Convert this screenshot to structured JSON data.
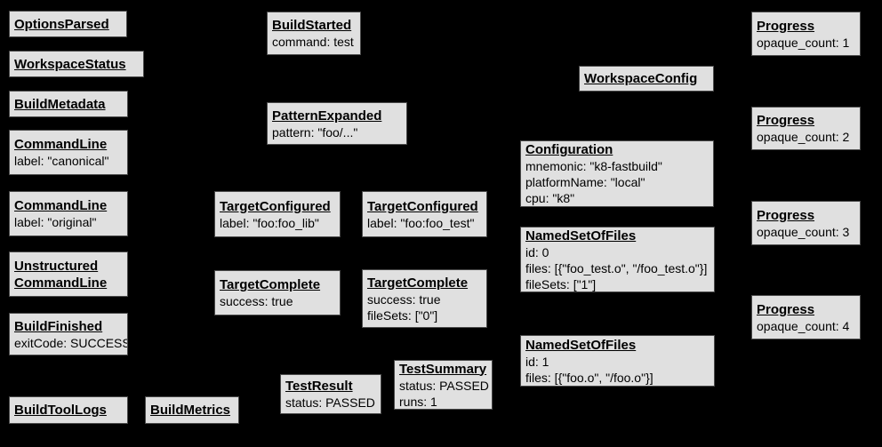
{
  "diagram": {
    "colors": {
      "background": "#000000",
      "node_fill": "#e0e0e0",
      "node_border": "#4a4a4a",
      "text": "#000000"
    },
    "nodes": [
      {
        "title": "OptionsParsed",
        "lines": []
      },
      {
        "title": "WorkspaceStatus",
        "lines": []
      },
      {
        "title": "BuildMetadata",
        "lines": []
      },
      {
        "title": "CommandLine",
        "lines": [
          "label: \"canonical\""
        ]
      },
      {
        "title": "CommandLine",
        "lines": [
          "label: \"original\""
        ]
      },
      {
        "title": "Unstructured\nCommandLine",
        "lines": []
      },
      {
        "title": "BuildFinished",
        "lines": [
          "exitCode: SUCCESS"
        ]
      },
      {
        "title": "BuildToolLogs",
        "lines": []
      },
      {
        "title": "BuildMetrics",
        "lines": []
      },
      {
        "title": "BuildStarted",
        "lines": [
          "command: test"
        ]
      },
      {
        "title": "PatternExpanded",
        "lines": [
          "pattern: \"foo/...\""
        ]
      },
      {
        "title": "TargetConfigured",
        "lines": [
          "label: \"foo:foo_lib\""
        ]
      },
      {
        "title": "TargetConfigured",
        "lines": [
          "label: \"foo:foo_test\""
        ]
      },
      {
        "title": "TargetComplete",
        "lines": [
          "success: true"
        ]
      },
      {
        "title": "TargetComplete",
        "lines": [
          "success: true",
          "fileSets: [\"0\"]"
        ]
      },
      {
        "title": "TestResult",
        "lines": [
          "status: PASSED"
        ]
      },
      {
        "title": "TestSummary",
        "lines": [
          "status: PASSED",
          "runs: 1"
        ]
      },
      {
        "title": "WorkspaceConfig",
        "lines": []
      },
      {
        "title": "Configuration",
        "lines": [
          "mnemonic: \"k8-fastbuild\"",
          "platformName: \"local\"",
          "cpu: \"k8\""
        ]
      },
      {
        "title": "NamedSetOfFiles",
        "lines": [
          "id: 0",
          "files: [{\"foo_test.o\", \"/foo_test.o\"}]",
          "fileSets: [\"1\"]"
        ]
      },
      {
        "title": "NamedSetOfFiles",
        "lines": [
          "id: 1",
          "files: [{\"foo.o\", \"/foo.o\"}]"
        ]
      },
      {
        "title": "Progress",
        "lines": [
          "opaque_count: 1"
        ]
      },
      {
        "title": "Progress",
        "lines": [
          "opaque_count: 2"
        ]
      },
      {
        "title": "Progress",
        "lines": [
          "opaque_count: 3"
        ]
      },
      {
        "title": "Progress",
        "lines": [
          "opaque_count: 4"
        ]
      }
    ]
  }
}
